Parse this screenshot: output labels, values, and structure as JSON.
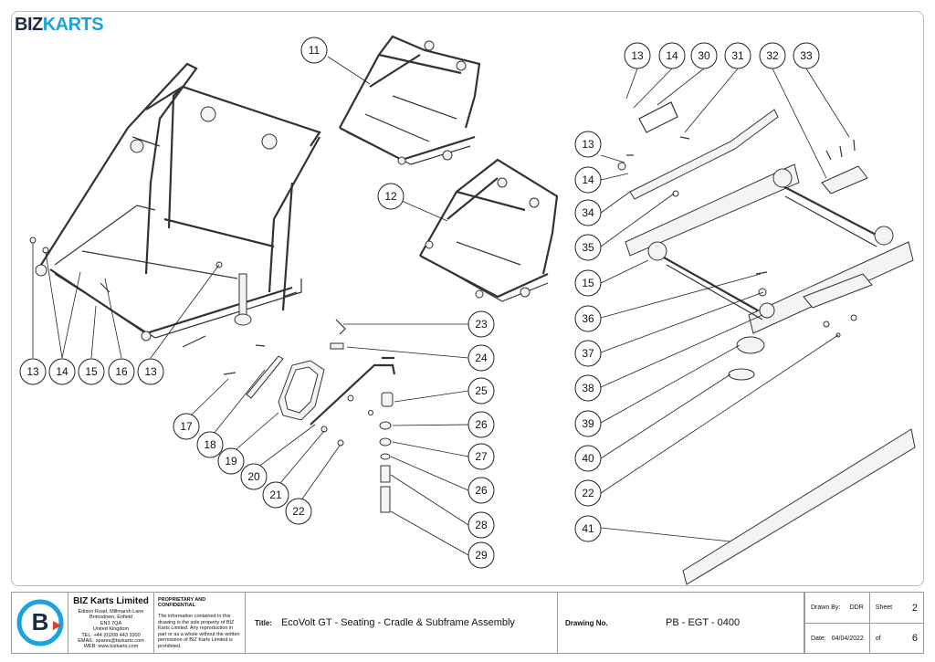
{
  "logo": {
    "part1": "BIZ",
    "part2": "KARTS"
  },
  "callouts": [
    {
      "id": "c11",
      "label": "11"
    },
    {
      "id": "c12",
      "label": "12"
    },
    {
      "id": "c13a",
      "label": "13"
    },
    {
      "id": "c14a",
      "label": "14"
    },
    {
      "id": "c15a",
      "label": "15"
    },
    {
      "id": "c16",
      "label": "16"
    },
    {
      "id": "c13b",
      "label": "13"
    },
    {
      "id": "c17",
      "label": "17"
    },
    {
      "id": "c18",
      "label": "18"
    },
    {
      "id": "c19",
      "label": "19"
    },
    {
      "id": "c20",
      "label": "20"
    },
    {
      "id": "c21",
      "label": "21"
    },
    {
      "id": "c22a",
      "label": "22"
    },
    {
      "id": "c23",
      "label": "23"
    },
    {
      "id": "c24",
      "label": "24"
    },
    {
      "id": "c25",
      "label": "25"
    },
    {
      "id": "c26a",
      "label": "26"
    },
    {
      "id": "c27",
      "label": "27"
    },
    {
      "id": "c26b",
      "label": "26"
    },
    {
      "id": "c28",
      "label": "28"
    },
    {
      "id": "c29",
      "label": "29"
    },
    {
      "id": "c13c",
      "label": "13"
    },
    {
      "id": "c14b",
      "label": "14"
    },
    {
      "id": "c30",
      "label": "30"
    },
    {
      "id": "c31",
      "label": "31"
    },
    {
      "id": "c32",
      "label": "32"
    },
    {
      "id": "c33",
      "label": "33"
    },
    {
      "id": "c13d",
      "label": "13"
    },
    {
      "id": "c14c",
      "label": "14"
    },
    {
      "id": "c34",
      "label": "34"
    },
    {
      "id": "c35",
      "label": "35"
    },
    {
      "id": "c15b",
      "label": "15"
    },
    {
      "id": "c36",
      "label": "36"
    },
    {
      "id": "c37",
      "label": "37"
    },
    {
      "id": "c38",
      "label": "38"
    },
    {
      "id": "c39",
      "label": "39"
    },
    {
      "id": "c40",
      "label": "40"
    },
    {
      "id": "c22b",
      "label": "22"
    },
    {
      "id": "c41",
      "label": "41"
    }
  ],
  "title_block": {
    "company_name": "BIZ Karts Limited",
    "address": [
      "Edison Road, Millmarsh Lane",
      "Brimsdown, Enfield",
      "EN3 7QA",
      "United Kingdom",
      "TEL: +44 (0)208 443 3300",
      "EMAIL: spares@bizkarts.com",
      "WEB: www.bizkarts.com"
    ],
    "proprietary_heading": "PROPRIETARY AND CONFIDENTIAL",
    "proprietary_text": "The information contained in this drawing is the sole property of BIZ Karts Limited. Any reproduction in part or as a whole without the written permission of BIZ Karts Limited is prohibited.",
    "title_label": "Title:",
    "title_value": "EcoVolt GT - Seating - Cradle & Subframe Assembly",
    "drawing_no_label": "Drawing No.",
    "drawing_no_value": "PB - EGT - 0400",
    "drawn_by_label": "Drawn By:",
    "drawn_by_value": "DDR",
    "sheet_label": "Sheet",
    "sheet_value": "2",
    "date_label": "Date:",
    "date_value": "04/04/2022",
    "of_label": "of",
    "of_value": "6"
  }
}
